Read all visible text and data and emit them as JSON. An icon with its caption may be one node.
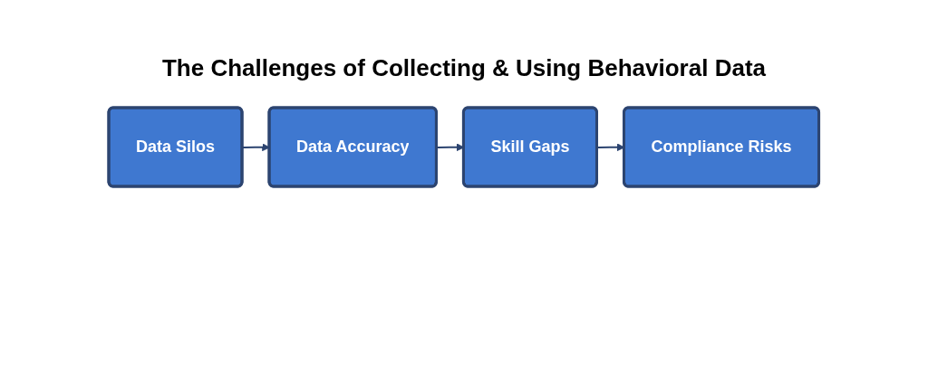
{
  "diagram": {
    "title": "The Challenges of Collecting & Using Behavioral Data",
    "nodes": [
      {
        "text": [
          "Data Silos"
        ]
      },
      {
        "text": [
          "Data Accuracy"
        ]
      },
      {
        "text": [
          "Skill Gaps"
        ]
      },
      {
        "text": [
          "Compliance Risks"
        ]
      }
    ],
    "edges": [
      {
        "from": 0,
        "to": 1,
        "arrow": "to"
      },
      {
        "from": 1,
        "to": 2,
        "arrow": "to"
      },
      {
        "from": 2,
        "to": 3,
        "arrow": "to"
      }
    ]
  }
}
